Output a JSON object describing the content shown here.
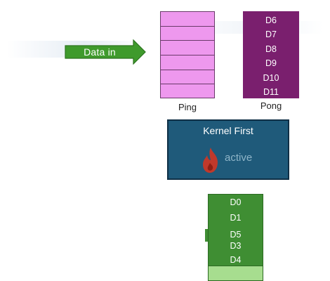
{
  "arrow": {
    "label": "Data in"
  },
  "ping": {
    "label": "Ping",
    "slot_count": 6
  },
  "pong": {
    "label": "Pong",
    "items": [
      "D6",
      "D7",
      "D8",
      "D9",
      "D10",
      "D11"
    ]
  },
  "kernel": {
    "title": "Kernel First",
    "status": "active",
    "icon": "flame-icon"
  },
  "output": {
    "items": [
      "D0",
      "D1",
      "D5",
      "D3",
      "D4"
    ]
  },
  "colors": {
    "arrow": "#3f9a2c",
    "ping": "#ee98ee",
    "pong": "#7a1f6e",
    "kernel": "#1f5a7a",
    "output": "#3f8e33",
    "output_tail": "#a7dd8f",
    "flame": "#c0392b"
  }
}
